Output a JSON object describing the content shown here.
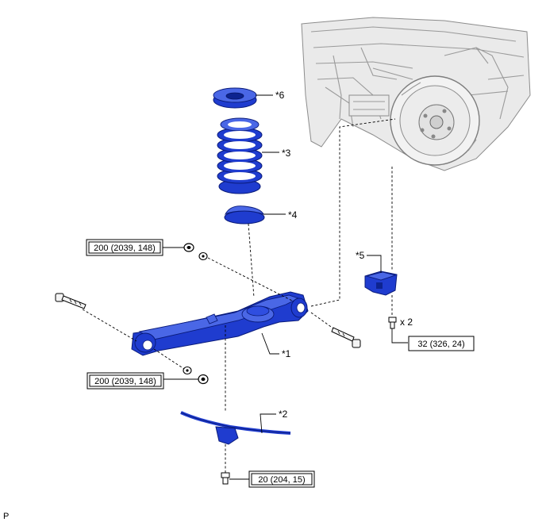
{
  "parts": {
    "upper_seat": "*6",
    "spring": "*3",
    "lower_seat": "*4",
    "bracket": "*5",
    "arm": "*1",
    "cable": "*2"
  },
  "torques": {
    "front_nut": "200 (2039, 148)",
    "rear_nut": "200 (2039, 148)",
    "bracket_bolt": "32 (326, 24)",
    "clamp_bolt": "20 (204, 15)"
  },
  "quantity": "x 2",
  "corner_mark": "P",
  "colors": {
    "part": "#1f3ccf",
    "body": "#e6e6e6"
  }
}
